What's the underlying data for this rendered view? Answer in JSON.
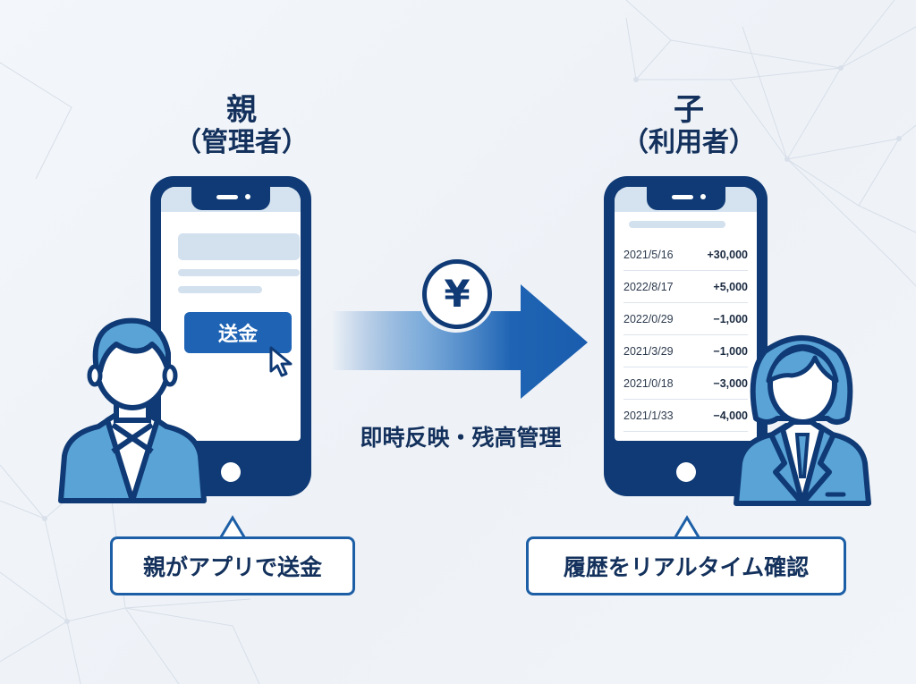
{
  "colors": {
    "navy": "#0f3a75",
    "accent_blue": "#1f64b4",
    "light_blue_person": "#5aa3d6",
    "text_dark": "#13315c",
    "screen_placeholder": "#d3e0ee",
    "background": "#f1f4f8"
  },
  "left": {
    "role": "親",
    "role_sub": "（管理者）",
    "phone": {
      "send_button_label": "送金",
      "cursor_icon": "mouse-pointer-icon"
    },
    "person_icon": "male-user-icon",
    "bubble_text": "親がアプリで送金"
  },
  "center": {
    "currency_icon": "yen-coin-icon",
    "currency_symbol": "¥",
    "arrow_icon": "arrow-right-icon",
    "caption": "即時反映・残高管理"
  },
  "right": {
    "role": "子",
    "role_sub": "（利用者）",
    "phone": {
      "transactions": [
        {
          "date": "2021/5/16",
          "amount": "+30,000"
        },
        {
          "date": "2022/8/17",
          "amount": "+5,000"
        },
        {
          "date": "2022/0/29",
          "amount": "−1,000"
        },
        {
          "date": "2021/3/29",
          "amount": "−1,000"
        },
        {
          "date": "2021/0/18",
          "amount": "−3,000"
        },
        {
          "date": "2021/1/33",
          "amount": "−4,000"
        }
      ]
    },
    "person_icon": "female-user-icon",
    "bubble_text": "履歴をリアルタイム確認"
  }
}
